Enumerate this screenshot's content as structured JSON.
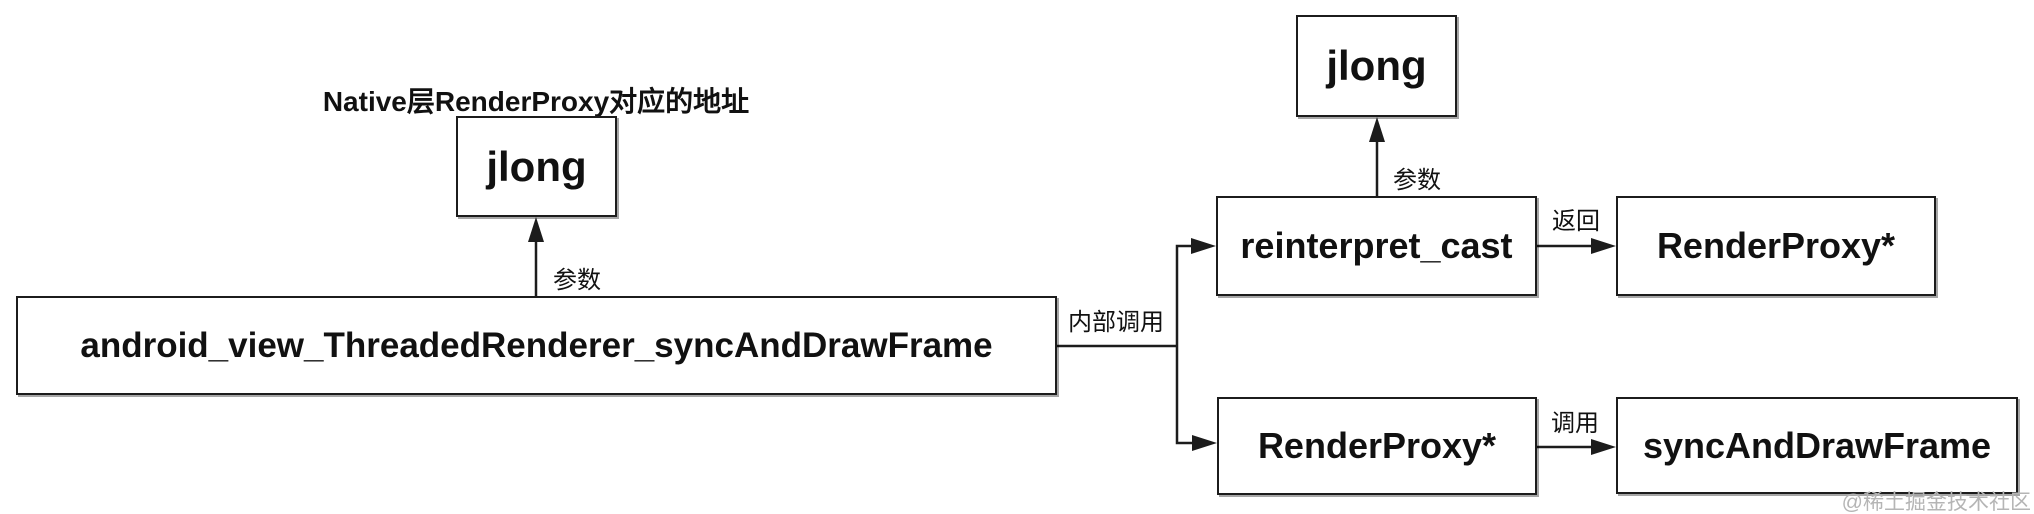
{
  "caption": "Native层RenderProxy对应的地址",
  "nodes": {
    "jlong_left": "jlong",
    "jlong_right": "jlong",
    "main": "android_view_ThreadedRenderer_syncAndDrawFrame",
    "reinterpret_cast": "reinterpret_cast",
    "render_proxy_top": "RenderProxy*",
    "render_proxy_bottom": "RenderProxy*",
    "sync_and_draw_frame": "syncAndDrawFrame"
  },
  "edges": {
    "param_left": "参数",
    "param_right": "参数",
    "internal_call": "内部调用",
    "return": "返回",
    "call": "调用"
  },
  "watermark": "@稀土掘金技术社区",
  "colors": {
    "line": "#1c1c1c",
    "text": "#111111",
    "background": "#ffffff",
    "watermark": "#b5b5b5"
  }
}
